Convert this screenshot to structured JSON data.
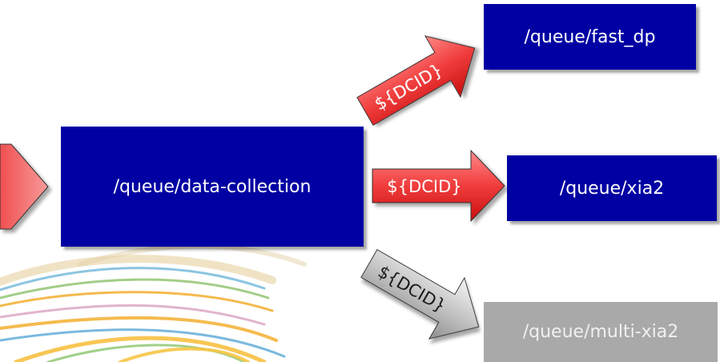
{
  "diagram": {
    "colors": {
      "queue_box": "#0000a3",
      "queue_box_inactive": "#a9a9a9",
      "arrow_red": "#f03c3c",
      "arrow_gray": "#b8b8b8"
    },
    "nodes": {
      "data_collection": "/queue/data-collection",
      "fast_dp": "/queue/fast_dp",
      "xia2": "/queue/xia2",
      "multi_xia2": "/queue/multi-xia2"
    },
    "arrows": {
      "to_fast_dp": "${DCID}",
      "to_xia2": "${DCID}",
      "to_multi_xia2": "${DCID}"
    }
  }
}
